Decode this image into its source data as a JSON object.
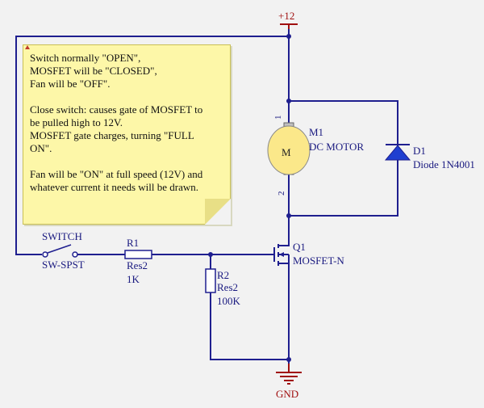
{
  "note": {
    "paragraphs": [
      [
        "Switch normally \"OPEN\",",
        "MOSFET will be \"CLOSED\",",
        "Fan will be \"OFF\"."
      ],
      [
        "Close switch: causes gate of MOSFET to",
        "be pulled high to 12V.",
        "MOSFET gate charges, turning \"FULL",
        "ON\"."
      ],
      [
        "Fan will be \"ON\" at full speed (12V) and",
        "whatever current it needs will be drawn."
      ]
    ]
  },
  "components": {
    "supply": {
      "label": "+12"
    },
    "ground": {
      "label": "GND"
    },
    "motor": {
      "designator": "M1",
      "type": "DC MOTOR",
      "symbol": "M",
      "pin1": "1",
      "pin2": "2"
    },
    "diode": {
      "designator": "D1",
      "part": "Diode 1N4001"
    },
    "mosfet": {
      "designator": "Q1",
      "type": "MOSFET-N"
    },
    "switch": {
      "name": "SWITCH",
      "type": "SW-SPST"
    },
    "r1": {
      "designator": "R1",
      "type": "Res2",
      "value": "1K"
    },
    "r2": {
      "designator": "R2",
      "type": "Res2",
      "value": "100K"
    }
  },
  "colors": {
    "wire": "#1f1f8f",
    "label": "#1a1a80",
    "power": "#a01010",
    "note_bg": "#fdf7a8"
  }
}
